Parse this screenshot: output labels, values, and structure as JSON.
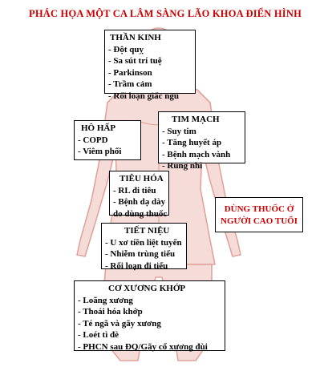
{
  "title": "PHÁC HỌA MỘT CA LÂM SÀNG LÃO KHOA ĐIỂN HÌNH",
  "colors": {
    "title": "#cc0000",
    "silhouette": "#e2a39a",
    "box_border": "#000000",
    "highlight_text": "#cc0000"
  },
  "boxes": {
    "than_kinh": {
      "title": "THẦN KINH",
      "items": [
        "- Đột quỵ",
        "- Sa sút trí tuệ",
        "- Parkinson",
        "- Trầm cảm",
        "- Rối loạn giấc ngủ"
      ]
    },
    "ho_hap": {
      "title": "HÔ HẤP",
      "items": [
        "- COPD",
        "- Viêm phổi"
      ]
    },
    "tim_mach": {
      "title": "TIM MẠCH",
      "items": [
        "- Suy tim",
        "- Tăng huyết áp",
        "- Bệnh mạch vành",
        "- Rung nhĩ"
      ]
    },
    "tieu_hoa": {
      "title": "TIÊU HÓA",
      "items": [
        "- RL đi tiêu",
        "- Bệnh dạ dày",
        "do dùng thuốc"
      ]
    },
    "tiet_nieu": {
      "title": "TIẾT NIỆU",
      "items": [
        "- U xơ tiền liệt tuyến",
        "- Nhiễm trùng tiểu",
        "- Rối loạn đi tiểu"
      ]
    },
    "co_xuong_khop": {
      "title": "CƠ XƯƠNG KHỚP",
      "items": [
        "- Loãng xương",
        "- Thoái hóa khớp",
        "- Té ngã và gãy xương",
        "- Loét tì đè",
        "- PHCN sau ĐQ/Gãy cổ xương đùi"
      ]
    },
    "dung_thuoc": {
      "line1": "DÙNG THUỐC Ở",
      "line2": "NGƯỜI CAO TUỔI"
    }
  }
}
